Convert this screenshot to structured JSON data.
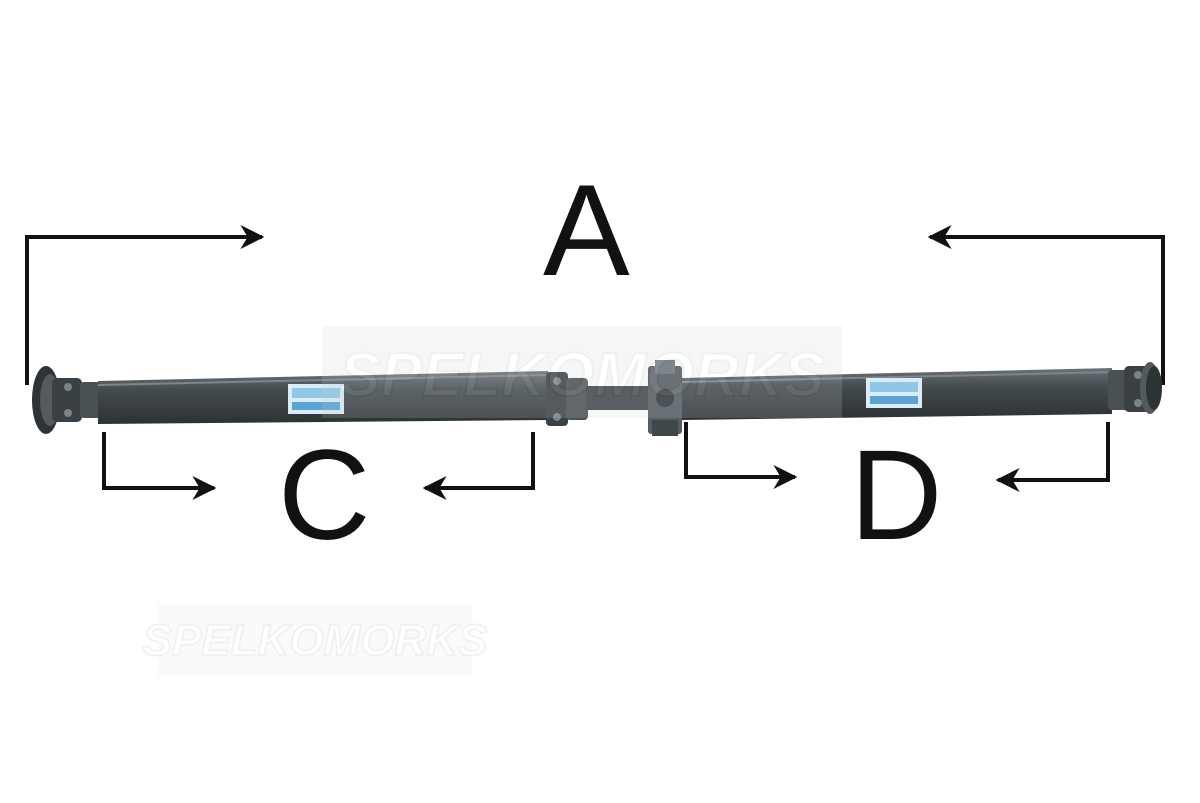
{
  "diagram": {
    "labels": {
      "overall_length": "A",
      "front_section": "C",
      "rear_section": "D"
    },
    "watermarks": {
      "center_text": "SPELKOMORKS",
      "lower_left_text": "SPELKOMORKS"
    },
    "colors": {
      "shaft": "#3c4246",
      "shaft_highlight": "#5e666b",
      "arrow": "#111111",
      "sticker_blue": "#8fc7e6",
      "background": "#ffffff"
    },
    "icons": {
      "front_flange": "flange-icon",
      "center_bearing": "center-bearing-icon",
      "rear_flange": "flange-icon"
    }
  }
}
